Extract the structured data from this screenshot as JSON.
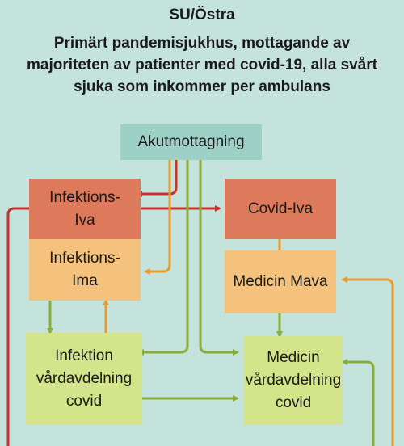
{
  "header": {
    "site": "SU/Östra",
    "description": "Primärt pandemisjukhus, mottagande av majoriteten av patienter med covid-19, alla svårt sjuka som inkommer per ambulans"
  },
  "nodes": {
    "akutmottagning": "Akutmottagning",
    "infektions_iva": [
      "Infektions-",
      "Iva"
    ],
    "covid_iva": "Covid-Iva",
    "infektions_ima": [
      "Infektions-",
      "Ima"
    ],
    "medicin_mava": "Medicin Mava",
    "infektion_vardavdelning": [
      "Infektion",
      "vårdavdelning",
      "covid"
    ],
    "medicin_vardavdelning": [
      "Medicin",
      "vårdavdelning",
      "covid"
    ]
  },
  "colors": {
    "background": "#c4e3dc",
    "entry": "#9dd1c5",
    "intensive_care": "#dd7a5b",
    "intermediate_care": "#f4c27d",
    "ward": "#d4e48a",
    "arrow_red": "#c8322a",
    "arrow_orange": "#e89a2b",
    "arrow_green": "#8aac3a"
  }
}
